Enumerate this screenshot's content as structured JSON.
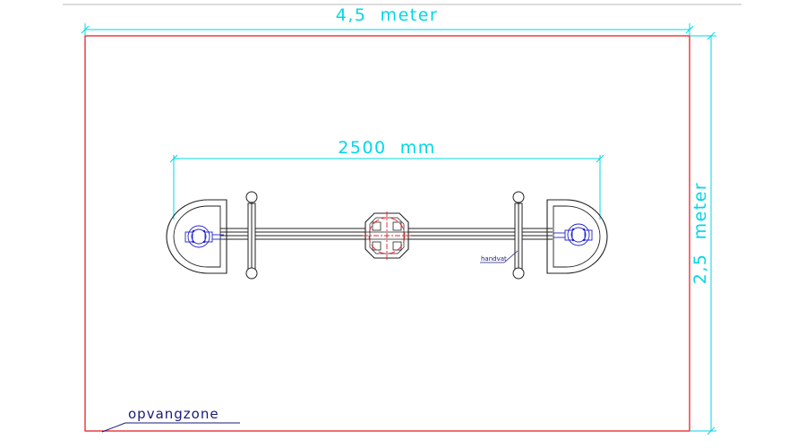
{
  "drawing": {
    "width_dimension": "4,5  meter",
    "height_dimension": "2,5  meter",
    "length_dimension": "2500  mm",
    "zone_label": "opvangzone",
    "handle_label": "handvat"
  },
  "colors": {
    "dimension": "#00d7e6",
    "zone_border": "#e8202a",
    "outline": "#222222",
    "detail_blue": "#2222cc",
    "center_mark": "#e8202a",
    "top_rule": "#bbbbbb",
    "label_line": "#1a1a7a"
  }
}
